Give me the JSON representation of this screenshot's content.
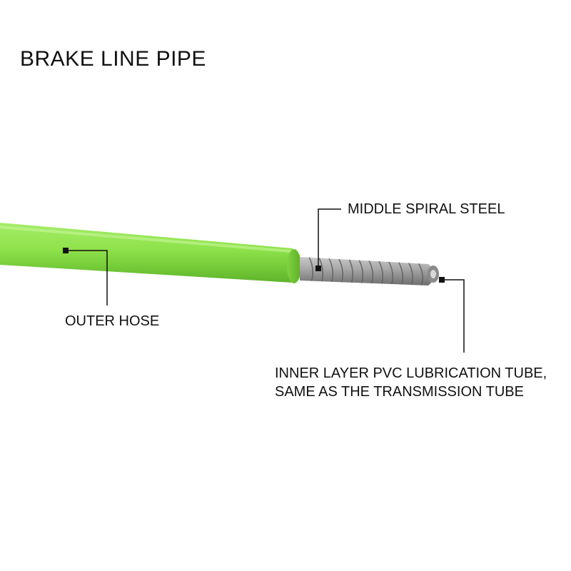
{
  "title": "BRAKE LINE PIPE",
  "labels": {
    "outer_hose": "OUTER HOSE",
    "middle_spiral_steel": "MIDDLE SPIRAL STEEL",
    "inner_tube_line1": "INNER LAYER PVC LUBRICATION TUBE,",
    "inner_tube_line2": "SAME AS THE TRANSMISSION TUBE"
  },
  "colors": {
    "hose": "#8ee24a",
    "steel": "#a9a9a9",
    "callout": "#111111"
  }
}
